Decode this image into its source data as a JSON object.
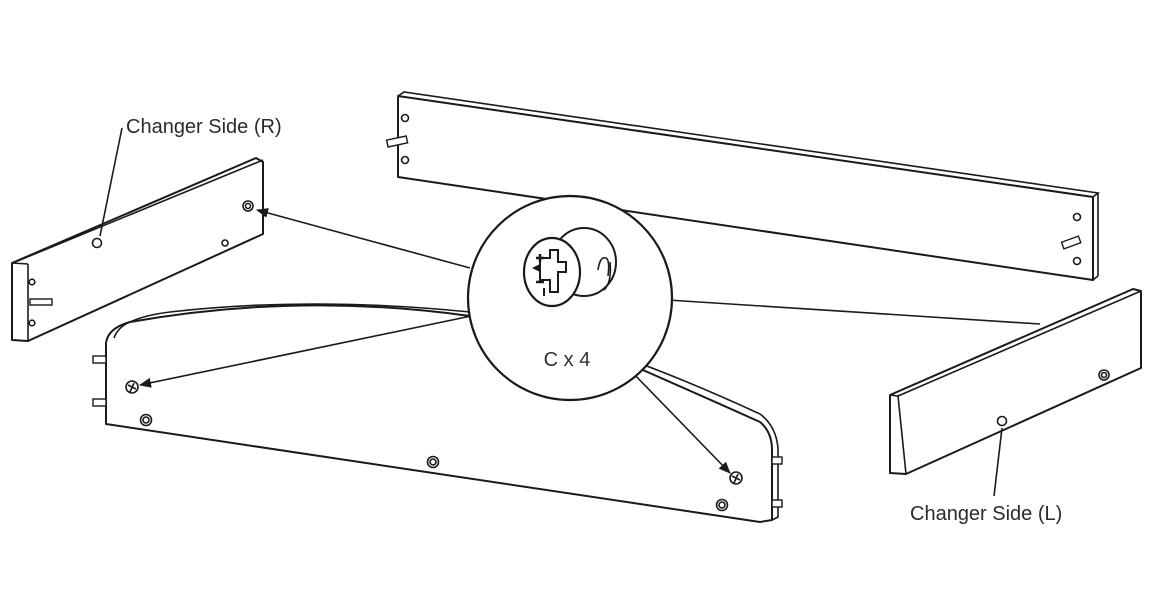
{
  "labels": {
    "right_side": "Changer Side (R)",
    "left_side": "Changer Side (L)",
    "hardware_callout": "C x 4"
  },
  "colors": {
    "line": "#1a1a1a",
    "background": "#ffffff"
  }
}
